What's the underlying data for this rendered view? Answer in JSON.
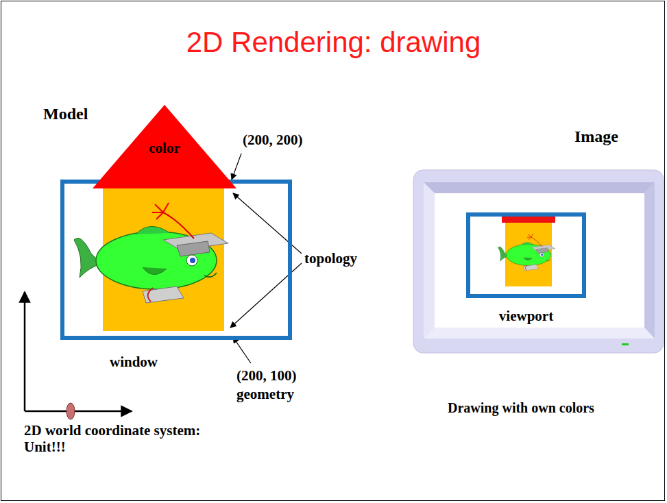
{
  "diagram": {
    "title": "2D Rendering: drawing",
    "nodes": [
      {
        "text": [
          "window"
        ]
      },
      {
        "text": [
          "color"
        ]
      },
      {
        "text": [
          "viewport"
        ]
      }
    ],
    "labels": [
      "Model",
      "(200, 200)",
      "topology",
      "(200, 100)",
      "geometry",
      "2D world coordinate system: Unit!!!",
      "Image",
      "Drawing with own colors"
    ]
  }
}
